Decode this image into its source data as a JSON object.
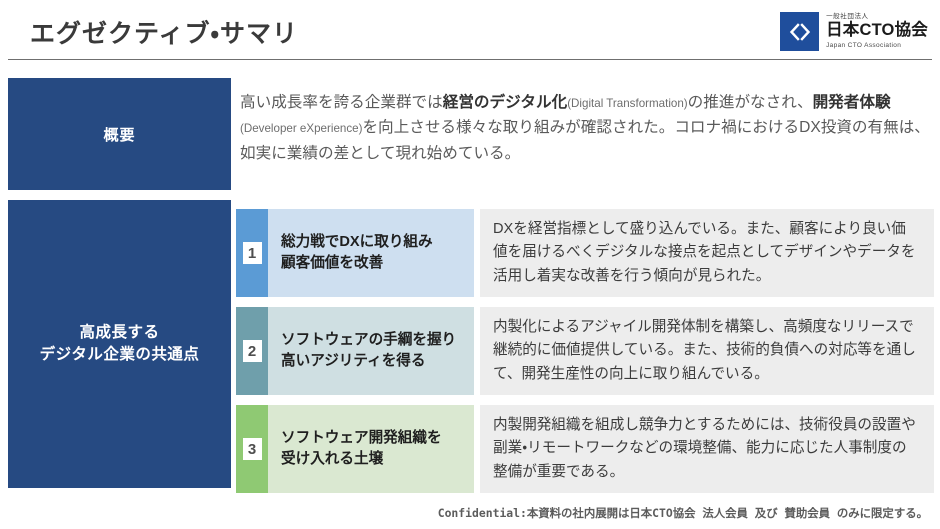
{
  "header": {
    "title": "エグゼクティブ・サマリ",
    "logo": {
      "mark_icon": "code-brackets-icon",
      "kicker": "一般社団法人",
      "name": "日本CTO協会",
      "subtitle": "Japan CTO Association",
      "mark_color": "#1f4e9c"
    }
  },
  "overview": {
    "label": "概要",
    "paragraph": {
      "seg1": "高い成長率を誇る企業群では",
      "strong1": "経営のデジタル化",
      "en1": "(Digital Transformation)",
      "seg2": "の推進がなされ、",
      "strong2": "開発者体験",
      "en2": "(Developer eXperience)",
      "seg3": "を向上させる様々な取り組みが確認された。コロナ禍におけるDX投資の有無は、如実に業績の差として現れ始めている。"
    },
    "panel_color": "#264a82"
  },
  "common_points": {
    "label_line1": "高成長する",
    "label_line2": "デジタル企業の共通点",
    "panel_color": "#264a82",
    "rows": [
      {
        "number": "1",
        "title_line1": "総力戦でDXに取り組み",
        "title_line2": "顧客価値を改善",
        "body": "DXを経営指標として盛り込んでいる。また、顧客により良い価値を届けるべくデジタルな接点を起点としてデザインやデータを活用し着実な改善を行う傾向が見られた。",
        "accent_color": "#5b9bd5",
        "title_bg": "#cedff0"
      },
      {
        "number": "2",
        "title_line1": "ソフトウェアの手綱を握り",
        "title_line2": "高いアジリティを得る",
        "body": "内製化によるアジャイル開発体制を構築し、高頻度なリリースで継続的に価値提供している。また、技術的負債への対応等を通して、開発生産性の向上に取り組んでいる。",
        "accent_color": "#6f9fab",
        "title_bg": "#cfdfe2"
      },
      {
        "number": "3",
        "title_line1": "ソフトウェア開発組織を",
        "title_line2": "受け入れる土壌",
        "body": "内製開発組織を組成し競争力とするためには、技術役員の設置や副業・リモートワークなどの環境整備、能力に応じた人事制度の整備が重要である。",
        "accent_color": "#8fc973",
        "title_bg": "#dae8d1"
      }
    ]
  },
  "footer": {
    "text": "Confidential:本資料の社内展開は日本CTO協会 法人会員 及び 賛助会員 のみに限定する。"
  }
}
